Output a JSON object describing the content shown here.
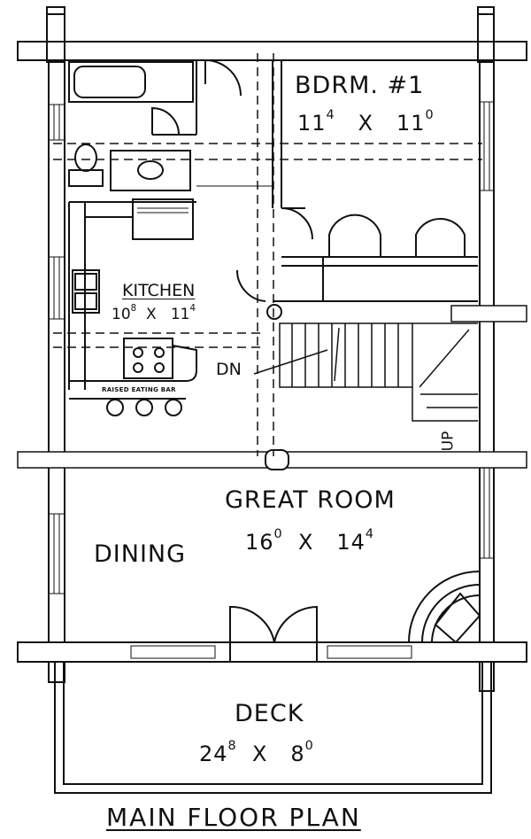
{
  "plan": {
    "title": "MAIN FLOOR PLAN",
    "rooms": {
      "bedroom": {
        "name": "BDRM. #1",
        "dim_a": "11",
        "dim_a_sup": "4",
        "dim_b": "11",
        "dim_b_sup": "0"
      },
      "kitchen": {
        "name": "KITCHEN",
        "dim_a": "10",
        "dim_a_sup": "8",
        "dim_b": "11",
        "dim_b_sup": "4"
      },
      "great_room": {
        "name": "GREAT ROOM",
        "dim_a": "16",
        "dim_a_sup": "0",
        "dim_b": "14",
        "dim_b_sup": "4"
      },
      "dining": {
        "name": "DINING"
      },
      "deck": {
        "name": "DECK",
        "dim_a": "24",
        "dim_a_sup": "8",
        "dim_b": "8",
        "dim_b_sup": "0"
      }
    },
    "labels": {
      "eating_bar": "RAISED EATING BAR",
      "stairs_down": "DN",
      "stairs_up": "UP",
      "times": "X"
    },
    "colors": {
      "ink": "#111111",
      "paper": "#ffffff"
    }
  }
}
